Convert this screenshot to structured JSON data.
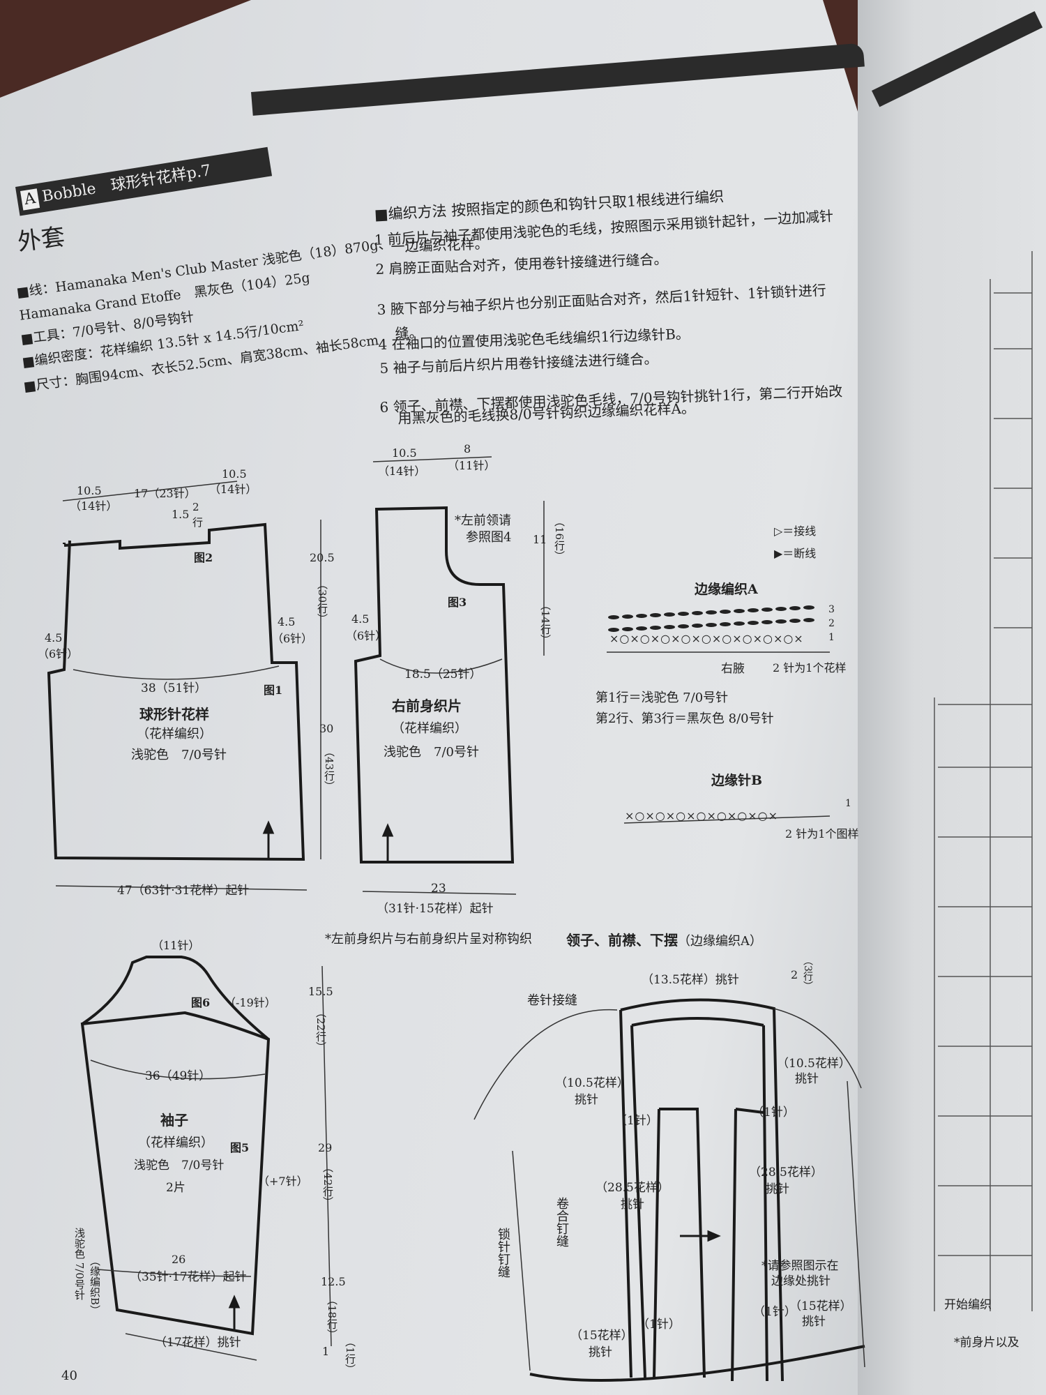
{
  "header": {
    "letter": "A",
    "title": "Bobble　球形针花样p.7"
  },
  "garment_title": "外套",
  "materials": {
    "yarn_line1": "■线：Hamanaka Men's Club Master 浅驼色（18）870g、",
    "yarn_line2": "Hamanaka Grand Etoffe　黑灰色（104）25g",
    "tools": "■工具：7/0号针、8/0号钩针",
    "gauge": "■编织密度：花样编织 13.5针 x 14.5行/10cm²",
    "size": "■尺寸：胸围94cm、衣长52.5cm、肩宽38cm、袖长58cm"
  },
  "method": {
    "heading": "■编织方法 按照指定的颜色和钩针只取1根线进行编织",
    "steps": [
      "1 前后片与袖子都使用浅驼色的毛线，按照图示采用锁针起针，一边加减针",
      "一边编织花样。",
      "2 肩膀正面贴合对齐，使用卷针接缝进行缝合。",
      "3 腋下部分与袖子织片也分别正面贴合对齐，然后1针短针、1针锁针进行",
      "缝。",
      "4 在袖口的位置使用浅驼色毛线编织1行边缘针B。",
      "5 袖子与前后片织片用卷针接缝法进行缝合。",
      "6 领子、前襟、下摆都使用浅驼色毛线，7/0号钩针挑针1行，第二行开始改",
      "用黑灰色的毛线换8/0号针钩织边缘编织花样A。"
    ]
  },
  "back": {
    "top_dims": [
      "10.5",
      "（14针）",
      "17（23针）",
      "10.5",
      "（14针）",
      "1.5",
      "2",
      "行"
    ],
    "fig2": "图2",
    "fig1": "图1",
    "side_l": "4.5",
    "side_l2": "（6针）",
    "side_r": "4.5",
    "side_r2": "（6针）",
    "chest": "38（51针）",
    "name": "球形针花样",
    "sub": "（花样编织）",
    "color": "浅驼色　7/0号针",
    "bottom": "47（63针·31花样）起针",
    "h1": "20.5",
    "h1r": "（30行）",
    "h2": "30",
    "h2r": "（43行）"
  },
  "front": {
    "top1": "10.5",
    "top1s": "（14针）",
    "top2": "8",
    "top2s": "（11针）",
    "note": "*左前领请",
    "note2": "参照图4",
    "neck_h": "11",
    "neck_hr": "（16行）",
    "neck_h2": "（14行）",
    "fig3": "图3",
    "side": "4.5",
    "side2": "（6针）",
    "chest": "18.5（25针）",
    "name": "右前身织片",
    "sub": "（花样编织）",
    "color": "浅驼色　7/0号针",
    "bottom1": "23",
    "bottom2": "（31针·15花样）起针",
    "symmetry": "*左前身织片与右前身织片呈对称钩织"
  },
  "legend": {
    "join": "▷＝接线",
    "cut": "▶＝断线"
  },
  "edgeA": {
    "title": "边缘编织A",
    "rows": [
      "3",
      "2",
      "1"
    ],
    "armpit": "右腋",
    "repeat": "2 针为1个花样",
    "row1": "第1行＝浅驼色 7/0号针",
    "row23": "第2行、第3行＝黑灰色 8/0号针"
  },
  "edgeB": {
    "title": "边缘针B",
    "row": "1",
    "repeat": "2 针为1个图样"
  },
  "sleeve": {
    "top": "（11针）",
    "fig6": "图6",
    "dec": "（-19针）",
    "width": "36（49针）",
    "name": "袖子",
    "sub": "（花样编织）",
    "fig5": "图5",
    "color": "浅驼色　7/0号针",
    "count": "2片",
    "inc": "（+7针）",
    "cuff": "26",
    "cuff2": "（35针·17花样）起针",
    "cuff_side": "浅驼色 7/0号针",
    "cuff_edge": "（缘编织B）",
    "bottom": "（17花样）挑针",
    "h1": "15.5",
    "h1r": "（22行）",
    "h2": "29",
    "h2r": "（42行）",
    "h3": "12.5",
    "h3r": "（18行）",
    "h4": "1",
    "h4r": "（1行）"
  },
  "collar": {
    "title": "领子、前襟、下摆",
    "title_sub": "（边缘编织A）",
    "top": "（13.5花样）挑针",
    "corner": "2",
    "corner_r": "（3行）",
    "seam": "卷针接缝",
    "l1": "（10.5花样）",
    "l1b": "挑针",
    "r1": "（10.5花样）",
    "r1b": "挑针",
    "l2": "（1针）",
    "r2": "（1针）",
    "l3": "（28.5花样）",
    "l3b": "挑针",
    "r3": "（28.5花样）",
    "r3b": "挑针",
    "side_seam": "卷合钉缝",
    "chain_seam": "锁针钉缝",
    "note1": "*请参照图示在",
    "note2": "边缘处挑针",
    "b1": "（15花样）",
    "b1b": "挑针",
    "b2": "（1针）",
    "b3": "（1针）",
    "b4": "（15花样）",
    "b4b": "挑针"
  },
  "right_page": {
    "start": "开始编织",
    "note": "*前身片以及"
  },
  "page_number": "40"
}
